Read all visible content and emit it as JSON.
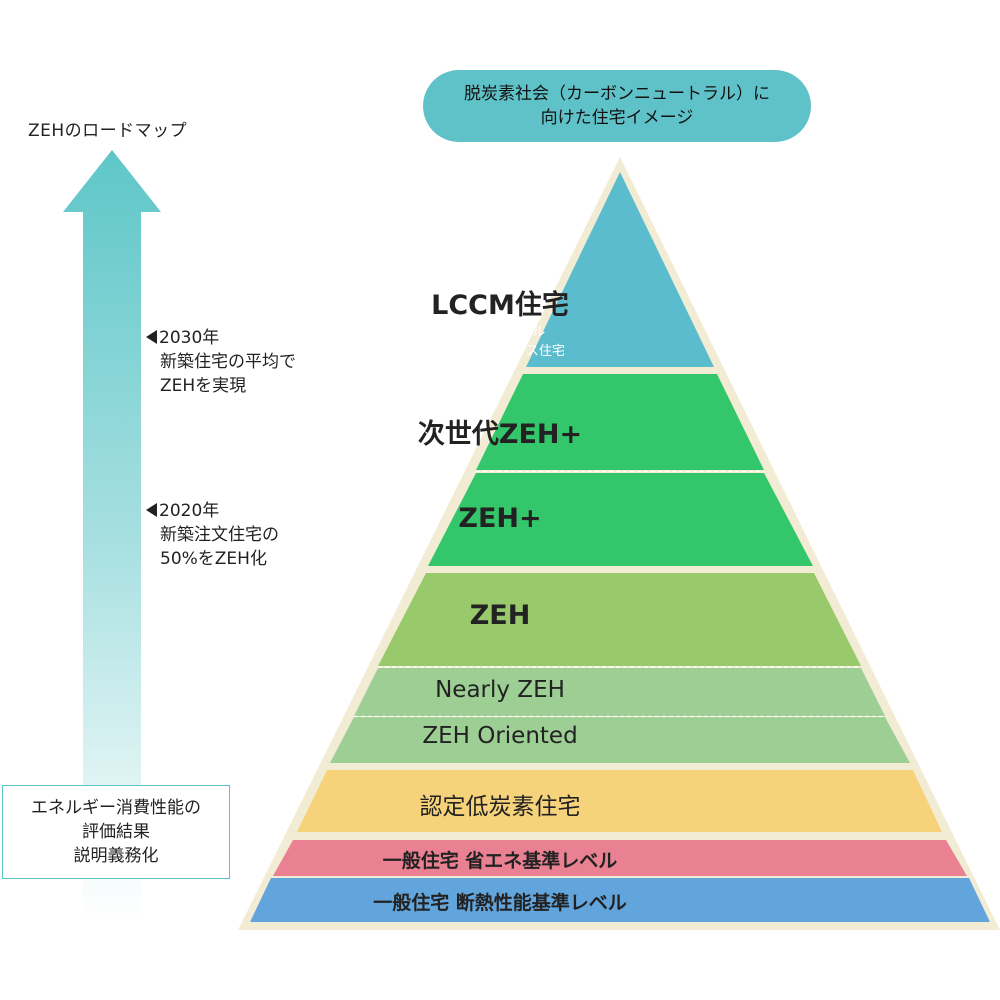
{
  "roadmap": {
    "title": "ZEHのロードマップ",
    "milestone_2030": [
      "2030年",
      "新築住宅の平均で",
      "ZEHを実現"
    ],
    "milestone_2020": [
      "2020年",
      "新築注文住宅の",
      "50%をZEH化"
    ],
    "base": [
      "エネルギー消費性能の",
      "評価結果",
      "説明義務化"
    ]
  },
  "top_goal": [
    "脱炭素社会（カーボンニュートラル）に",
    "向けた住宅イメージ"
  ],
  "pyramid": {
    "lccm": {
      "label": "LCCM住宅",
      "sub": [
        "ライフサイクル",
        "カーボンマイナス住宅"
      ]
    },
    "next_zeh_plus": "次世代ZEH+",
    "zeh_plus": "ZEH+",
    "zeh": "ZEH",
    "nearly_zeh": "Nearly ZEH",
    "zeh_oriented": "ZEH Oriented",
    "certified": "認定低炭素住宅",
    "energy_standard": "一般住宅 省エネ基準レベル",
    "insulation_standard": "一般住宅 断熱性能基準レベル"
  },
  "colors": {
    "teal": "#5ec2c8",
    "lccm": "#5bbccd",
    "green_dark": "#34c66a",
    "green_mid": "#98c96a",
    "green_light": "#9dcf94",
    "yellow": "#f6d37a",
    "pink": "#e98193",
    "blue": "#62a5dc",
    "cream": "#f3ecd5"
  }
}
